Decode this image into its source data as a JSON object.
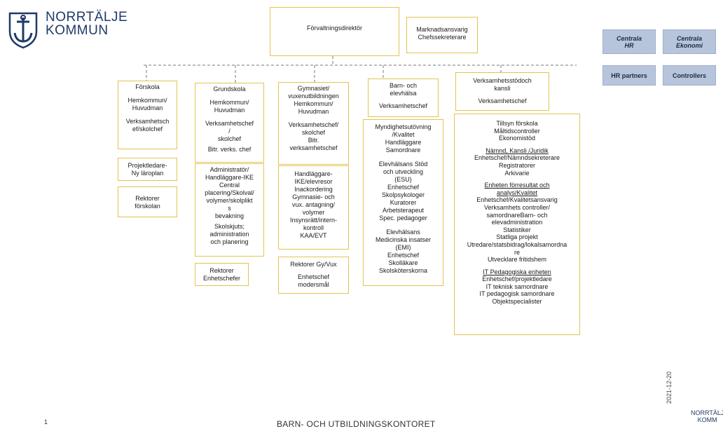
{
  "header": {
    "logo_line1": "NORRTÄLJE",
    "logo_line2": "KOMMUN"
  },
  "top": {
    "director": "Förvaltningsdirektör",
    "marketing": [
      "Marknadsansvarig",
      "Chefssekreterare"
    ]
  },
  "side": {
    "central_hr": [
      "Centrala",
      "HR"
    ],
    "central_economy": [
      "Centrala",
      "Ekonomi"
    ],
    "hr_partners": "HR partners",
    "controllers": "Controllers"
  },
  "forskola": {
    "main": [
      "Förskola",
      "",
      "Hemkommun/",
      "Huvudman",
      "",
      "Verksamhetsch",
      "ef/skolchef"
    ],
    "project": [
      "Projektledare-",
      "Ny läroplan"
    ],
    "rektorer": [
      "Rektorer",
      "förskolan"
    ]
  },
  "grundskola": {
    "main": [
      "Grundskola",
      "",
      "Hemkommun/",
      "Huvudman",
      "",
      "Verksamhetschef",
      "/",
      "skolchef",
      "",
      "Bitr. verks. chef"
    ],
    "admin": [
      "Administratör/",
      "Handläggare-IKE",
      "Central",
      "placering/Skolval/",
      "volymer/skolplikt",
      "s",
      "bevakning",
      "",
      "Skolskjuts;",
      "administration",
      "och planering"
    ],
    "rektorer": [
      "Rektorer",
      "Enhetschefer"
    ]
  },
  "gymnasiet": {
    "main": [
      "Gymnasiet/",
      "vuxenutbildningen",
      "Hemkommun/",
      "Huvudman",
      "",
      "Verksamhetschef/",
      "skolchef",
      "Bitr.",
      "verksamhetschef"
    ],
    "handl": [
      "Handläggare-",
      "IKE/elevresor",
      "Inackordering",
      "Gymnasie- och",
      "vux. antagning/",
      "volymer",
      "Insynsrätt/intern-",
      "kontroll",
      "KAA/EVT"
    ],
    "rektorer": [
      "Rektorer Gy/Vux",
      "",
      "Enhetschef",
      "modersmål"
    ]
  },
  "barn": {
    "main": [
      "Barn- och",
      "elevhälsa",
      "",
      "Verksamhetschef"
    ],
    "detail": [
      "Myndighetsutövning",
      "/Kvalitet",
      "Handläggare",
      "Samordnare",
      "",
      "Elevhälsans Stöd",
      "och utveckling",
      "(ESU)",
      "Enhetschef",
      "Skolpsykologer",
      "Kuratorer",
      "Arbetsterapeut",
      "Spec. pedagoger",
      "",
      "Elevhälsans",
      "Medicinska insatser",
      "(EMI)",
      "Enhetschef",
      "Skolläkare",
      "Skolsköterskorna"
    ]
  },
  "stod": {
    "main": [
      "Verksamhetsstödoch",
      "kansli",
      "",
      "Verksamhetschef"
    ],
    "detail": [
      {
        "text": "Tillsyn förskola",
        "u": false
      },
      {
        "text": "Måltidscontroller",
        "u": false
      },
      {
        "text": "Ekonomistöd",
        "u": false
      },
      {
        "text": "",
        "u": false
      },
      {
        "text": "Nämnd, Kansli /Juridik",
        "u": true
      },
      {
        "text": "Enhetschef/Nämndsekreterare",
        "u": false
      },
      {
        "text": "Registratorer",
        "u": false
      },
      {
        "text": "Arkivarie",
        "u": false
      },
      {
        "text": "",
        "u": false
      },
      {
        "text": "Enheten förresultat och",
        "u": true
      },
      {
        "text": "analys/Kvalitet",
        "u": true
      },
      {
        "text": "Enhetschef/Kvalitetsansvarig",
        "u": false
      },
      {
        "text": "Verksamhets controller/",
        "u": false
      },
      {
        "text": "samordnareBarn- och",
        "u": false
      },
      {
        "text": "elevadministration",
        "u": false
      },
      {
        "text": "Statistiker",
        "u": false
      },
      {
        "text": "Statliga projekt",
        "u": false
      },
      {
        "text": "Utredare/statsbidrag/lokalsamordna",
        "u": false
      },
      {
        "text": "re",
        "u": false
      },
      {
        "text": "Utvecklare fritidshem",
        "u": false
      },
      {
        "text": "",
        "u": false
      },
      {
        "text": "IT Pedagogiska enheten",
        "u": true
      },
      {
        "text": "Enhetschef/projektledare",
        "u": false
      },
      {
        "text": "IT teknisk samordnare",
        "u": false
      },
      {
        "text": "IT pedagogisk samordnare",
        "u": false
      },
      {
        "text": "Objektspecialister",
        "u": false
      }
    ]
  },
  "footer": {
    "page_number": "1",
    "title": "BARN- OCH UTBILDNINGSKONTORET",
    "date": "2021-12-20",
    "logo_line1": "NORRTÄLJ",
    "logo_line2": "KOMM"
  }
}
